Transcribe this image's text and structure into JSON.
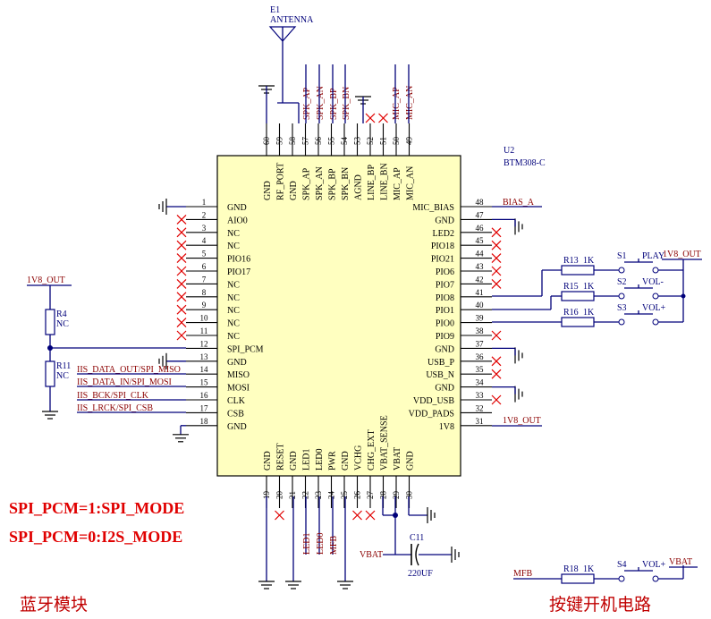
{
  "ic": {
    "ref": "U2",
    "part": "BTM308-C",
    "left_pins": [
      {
        "num": "1",
        "name": "GND"
      },
      {
        "num": "2",
        "name": "AIO0"
      },
      {
        "num": "3",
        "name": "NC"
      },
      {
        "num": "4",
        "name": "NC"
      },
      {
        "num": "5",
        "name": "PIO16"
      },
      {
        "num": "6",
        "name": "PIO17"
      },
      {
        "num": "7",
        "name": "NC"
      },
      {
        "num": "8",
        "name": "NC"
      },
      {
        "num": "9",
        "name": "NC"
      },
      {
        "num": "10",
        "name": "NC"
      },
      {
        "num": "11",
        "name": "NC"
      },
      {
        "num": "12",
        "name": "SPI_PCM"
      },
      {
        "num": "13",
        "name": "GND"
      },
      {
        "num": "14",
        "name": "MISO"
      },
      {
        "num": "15",
        "name": "MOSI"
      },
      {
        "num": "16",
        "name": "CLK"
      },
      {
        "num": "17",
        "name": "CSB"
      },
      {
        "num": "18",
        "name": "GND"
      }
    ],
    "right_pins": [
      {
        "num": "48",
        "name": "MIC_BIAS"
      },
      {
        "num": "47",
        "name": "GND"
      },
      {
        "num": "46",
        "name": "LED2"
      },
      {
        "num": "45",
        "name": "PIO18"
      },
      {
        "num": "44",
        "name": "PIO21"
      },
      {
        "num": "43",
        "name": "PIO6"
      },
      {
        "num": "42",
        "name": "PIO7"
      },
      {
        "num": "41",
        "name": "PIO8"
      },
      {
        "num": "40",
        "name": "PIO1"
      },
      {
        "num": "39",
        "name": "PIO0"
      },
      {
        "num": "38",
        "name": "PIO9"
      },
      {
        "num": "37",
        "name": "GND"
      },
      {
        "num": "36",
        "name": "USB_P"
      },
      {
        "num": "35",
        "name": "USB_N"
      },
      {
        "num": "34",
        "name": "GND"
      },
      {
        "num": "33",
        "name": "VDD_USB"
      },
      {
        "num": "32",
        "name": "VDD_PADS"
      },
      {
        "num": "31",
        "name": "1V8"
      }
    ],
    "top_pins": [
      {
        "num": "60",
        "name": "GND"
      },
      {
        "num": "59",
        "name": "RF_PORT"
      },
      {
        "num": "58",
        "name": "GND"
      },
      {
        "num": "57",
        "name": "SPK_AP"
      },
      {
        "num": "56",
        "name": "SPK_AN"
      },
      {
        "num": "55",
        "name": "SPK_BP"
      },
      {
        "num": "54",
        "name": "SPK_BN"
      },
      {
        "num": "53",
        "name": "AGND"
      },
      {
        "num": "52",
        "name": "LINE_BP"
      },
      {
        "num": "51",
        "name": "LINE_BN"
      },
      {
        "num": "50",
        "name": "MIC_AP"
      },
      {
        "num": "49",
        "name": "MIC_AN"
      }
    ],
    "bottom_pins": [
      {
        "num": "19",
        "name": "GND"
      },
      {
        "num": "20",
        "name": "RESET"
      },
      {
        "num": "21",
        "name": "GND"
      },
      {
        "num": "22",
        "name": "LED1"
      },
      {
        "num": "23",
        "name": "LED0"
      },
      {
        "num": "24",
        "name": "PWR"
      },
      {
        "num": "25",
        "name": "GND"
      },
      {
        "num": "26",
        "name": "VCHG"
      },
      {
        "num": "27",
        "name": "CHG_EXT"
      },
      {
        "num": "28",
        "name": "VBAT_SENSE"
      },
      {
        "num": "29",
        "name": "VBAT"
      },
      {
        "num": "30",
        "name": "GND"
      }
    ]
  },
  "antenna": {
    "ref": "E1",
    "name": "ANTENNA"
  },
  "top_nets": [
    "SPK_AP",
    "SPK_AN",
    "SPK_BP",
    "SPK_BN",
    "MIC_AP",
    "MIC_AN"
  ],
  "left_nets": {
    "power": "1V8_OUT",
    "r4": {
      "ref": "R4",
      "value": "NC"
    },
    "r11": {
      "ref": "R11",
      "value": "NC"
    },
    "miso": "IIS_DATA_OUT/SPI_MISO",
    "mosi": "IIS_DATA_IN/SPI_MOSI",
    "clk": "IIS_BCK/SPI_CLK",
    "csb": "IIS_LRCK/SPI_CSB"
  },
  "right_nets": {
    "bias": "BIAS_A",
    "out": "1V8_OUT"
  },
  "buttons": {
    "power": "1V8_OUT",
    "items": [
      {
        "r_ref": "R13",
        "r_val": "1K",
        "s_ref": "S1",
        "label": "PLAY"
      },
      {
        "r_ref": "R15",
        "r_val": "1K",
        "s_ref": "S2",
        "label": "VOL-"
      },
      {
        "r_ref": "R16",
        "r_val": "1K",
        "s_ref": "S3",
        "label": "VOL+"
      }
    ]
  },
  "bottom_nets": {
    "led1": "LED1",
    "led0": "LED0",
    "mfb": "MFB",
    "vbat": "VBAT",
    "cap_ref": "C11",
    "cap_val": "220UF"
  },
  "mfb_circuit": {
    "net": "MFB",
    "r_ref": "R18",
    "r_val": "1K",
    "s_ref": "S4",
    "label": "VOL+",
    "power": "VBAT"
  },
  "notes": [
    "SPI_PCM=1:SPI_MODE",
    "SPI_PCM=0:I2S_MODE"
  ],
  "captions": {
    "left": "蓝牙模块",
    "right": "按键开机电路"
  },
  "colors": {
    "wire": "#00007a",
    "ic_fill": "#ffffc0",
    "nc_mark": "#e00000",
    "net_text": "#8b0000",
    "note": "#e00000"
  }
}
